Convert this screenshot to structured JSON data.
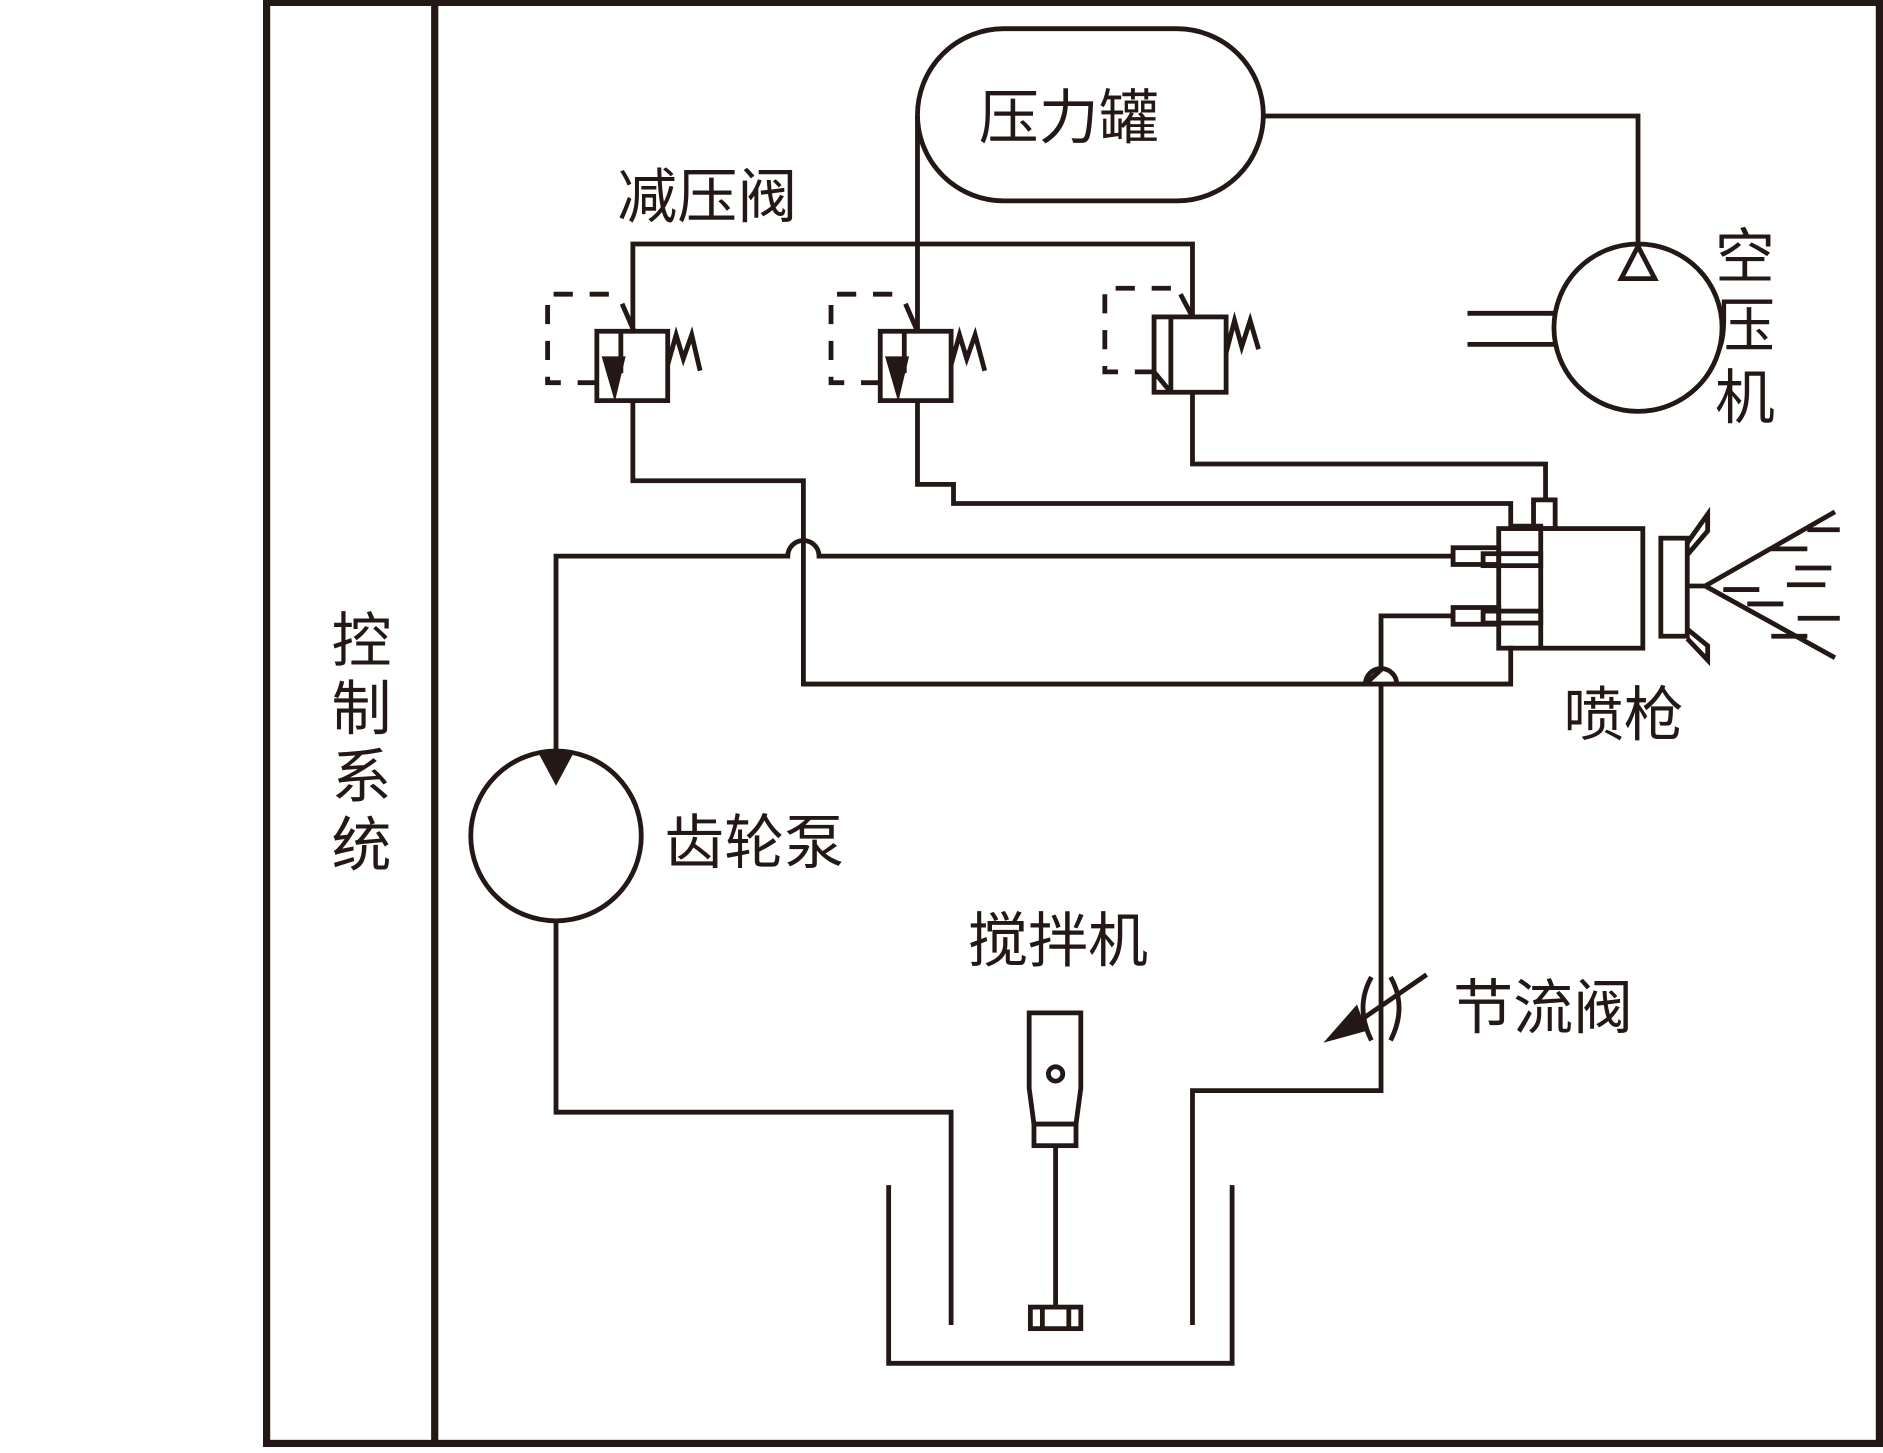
{
  "diagram": {
    "title": "",
    "line_color": "#231815",
    "background": "#ffffff",
    "labels": {
      "control_system": [
        "控",
        "制",
        "系",
        "统"
      ],
      "pressure_tank": "压力罐",
      "pressure_reducing_valve": "减压阀",
      "air_compressor": [
        "空",
        "压",
        "机"
      ],
      "spray_gun": "喷枪",
      "gear_pump": "齿轮泵",
      "mixer": "搅拌机",
      "throttle_valve": "节流阀"
    },
    "components": [
      {
        "id": "control-system",
        "label": "控制系统",
        "type": "panel"
      },
      {
        "id": "pressure-tank",
        "label": "压力罐",
        "type": "tank"
      },
      {
        "id": "air-compressor",
        "label": "空压机",
        "type": "compressor"
      },
      {
        "id": "pressure-reducing-valve-1",
        "label": "减压阀",
        "type": "valve"
      },
      {
        "id": "pressure-reducing-valve-2",
        "label": "减压阀",
        "type": "valve"
      },
      {
        "id": "pressure-reducing-valve-3",
        "label": "减压阀",
        "type": "valve"
      },
      {
        "id": "spray-gun",
        "label": "喷枪",
        "type": "gun"
      },
      {
        "id": "gear-pump",
        "label": "齿轮泵",
        "type": "pump"
      },
      {
        "id": "mixer",
        "label": "搅拌机",
        "type": "mixer"
      },
      {
        "id": "throttle-valve",
        "label": "节流阀",
        "type": "valve"
      }
    ],
    "connections": [
      {
        "from": "air-compressor",
        "to": "pressure-tank"
      },
      {
        "from": "pressure-tank",
        "to": "pressure-reducing-valve-1"
      },
      {
        "from": "pressure-tank",
        "to": "pressure-reducing-valve-2"
      },
      {
        "from": "pressure-tank",
        "to": "pressure-reducing-valve-3"
      },
      {
        "from": "pressure-reducing-valve-1",
        "to": "spray-gun"
      },
      {
        "from": "pressure-reducing-valve-2",
        "to": "spray-gun"
      },
      {
        "from": "pressure-reducing-valve-3",
        "to": "spray-gun"
      },
      {
        "from": "spray-gun",
        "to": "gear-pump"
      },
      {
        "from": "gear-pump",
        "to": "mixer"
      },
      {
        "from": "mixer",
        "to": "throttle-valve"
      },
      {
        "from": "throttle-valve",
        "to": "spray-gun"
      }
    ]
  }
}
